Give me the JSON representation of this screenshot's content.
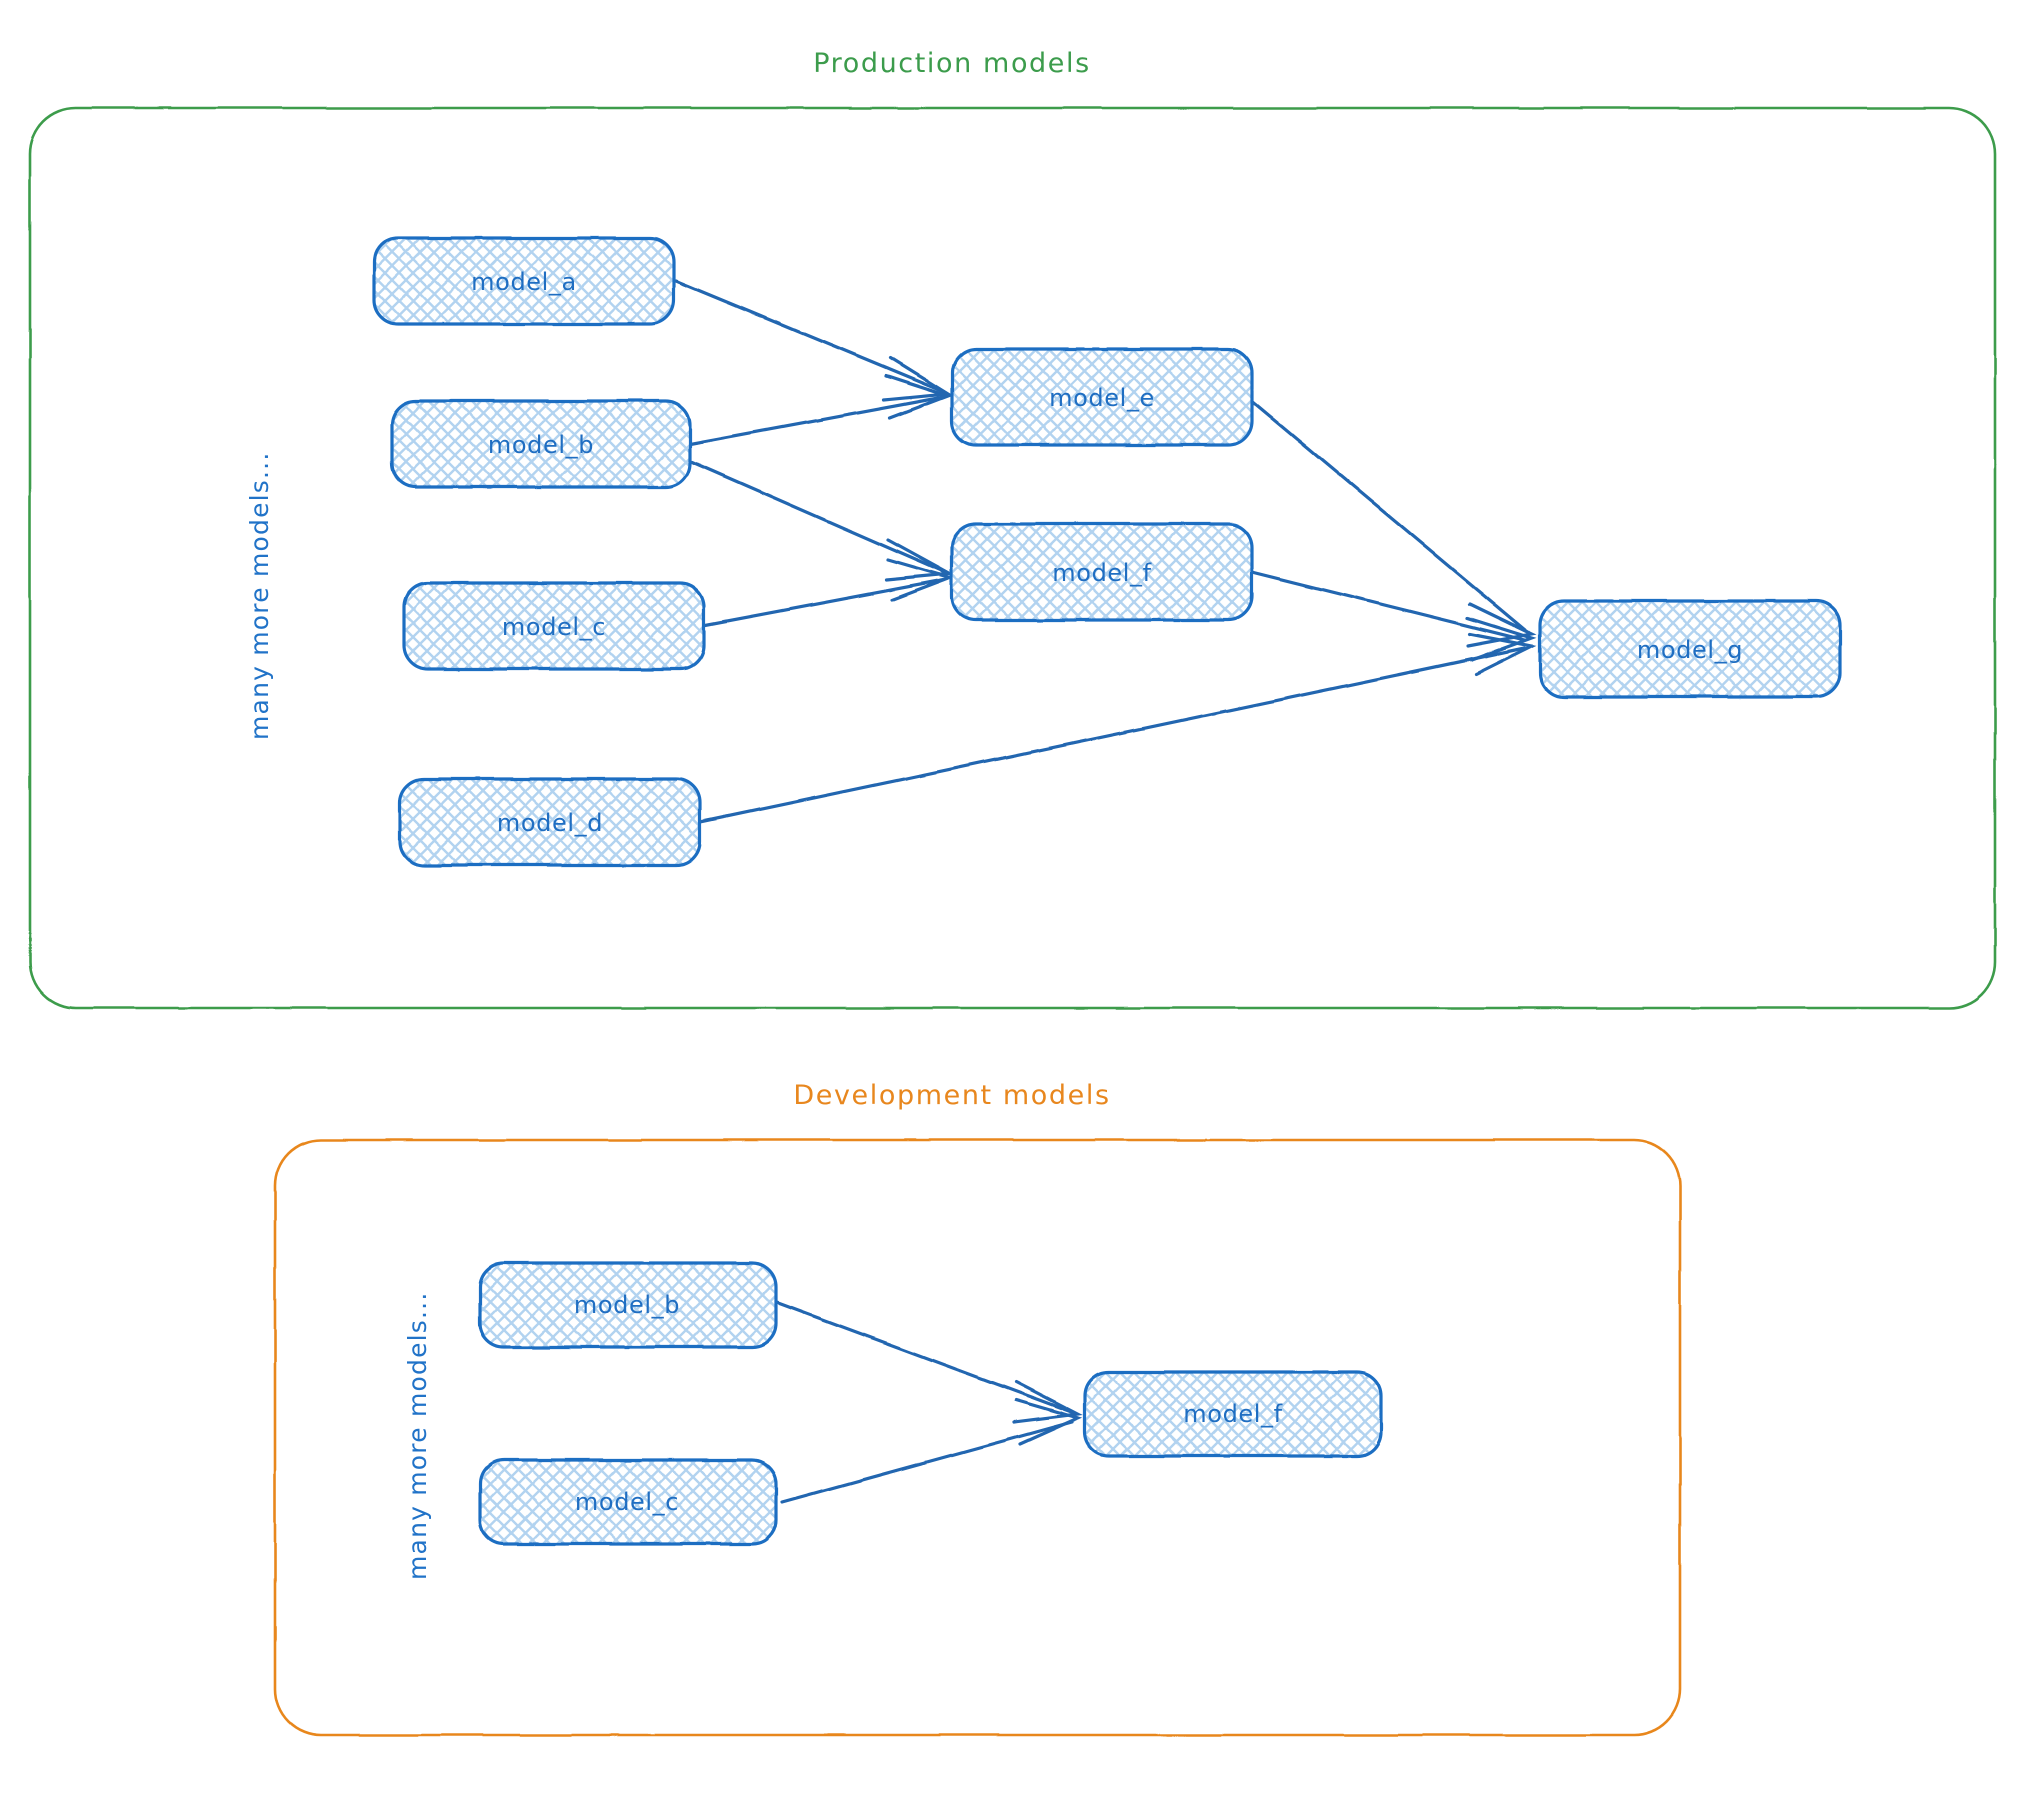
{
  "diagram": {
    "type": "dag-lineage-diagram",
    "style": "hand-drawn sketch",
    "colors": {
      "production_border": "#3c9c4c",
      "development_border": "#e8871e",
      "node_border": "#1f6ec2",
      "node_fill_hatch": "#b8d7f2",
      "node_text": "#1f6ec2",
      "edge": "#2166b0",
      "background": "#ffffff"
    }
  },
  "panels": [
    {
      "id": "production",
      "title": "Production models",
      "side_label": "many more models...",
      "nodes": [
        {
          "id": "prod_model_a",
          "label": "model_a"
        },
        {
          "id": "prod_model_b",
          "label": "model_b"
        },
        {
          "id": "prod_model_c",
          "label": "model_c"
        },
        {
          "id": "prod_model_d",
          "label": "model_d"
        },
        {
          "id": "prod_model_e",
          "label": "model_e"
        },
        {
          "id": "prod_model_f",
          "label": "model_f"
        },
        {
          "id": "prod_model_g",
          "label": "model_g"
        }
      ],
      "edges": [
        {
          "from": "model_a",
          "to": "model_e"
        },
        {
          "from": "model_b",
          "to": "model_e"
        },
        {
          "from": "model_b",
          "to": "model_f"
        },
        {
          "from": "model_c",
          "to": "model_f"
        },
        {
          "from": "model_e",
          "to": "model_g"
        },
        {
          "from": "model_f",
          "to": "model_g"
        },
        {
          "from": "model_d",
          "to": "model_g"
        }
      ]
    },
    {
      "id": "development",
      "title": "Development models",
      "side_label": "many more models...",
      "nodes": [
        {
          "id": "dev_model_b",
          "label": "model_b"
        },
        {
          "id": "dev_model_c",
          "label": "model_c"
        },
        {
          "id": "dev_model_f",
          "label": "model_f"
        }
      ],
      "edges": [
        {
          "from": "model_b",
          "to": "model_f"
        },
        {
          "from": "model_c",
          "to": "model_f"
        }
      ]
    }
  ]
}
